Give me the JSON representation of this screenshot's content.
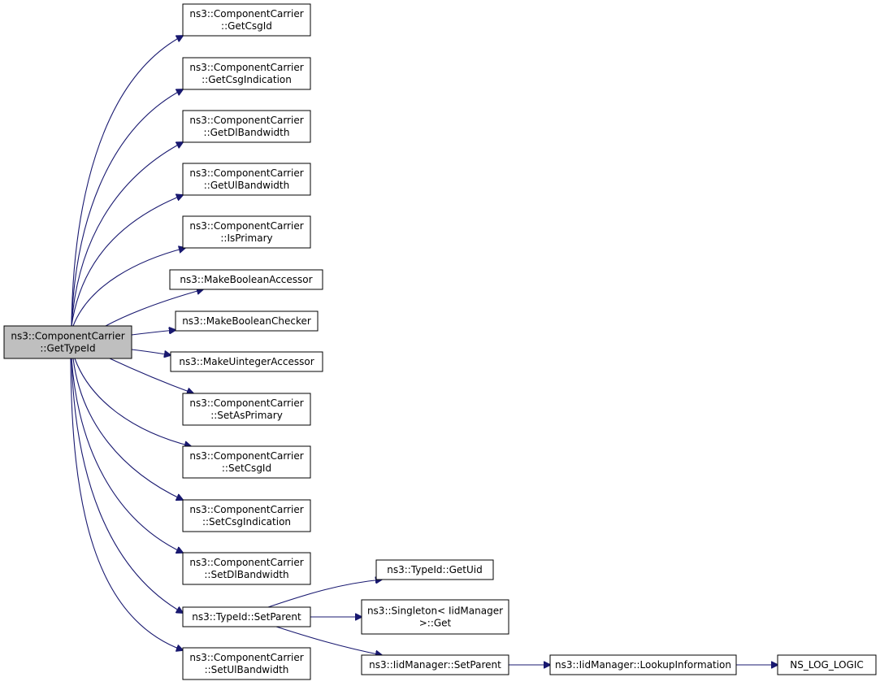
{
  "colors": {
    "edge": "#191970",
    "root_fill": "#bfbfbf",
    "node_fill": "#ffffff",
    "node_stroke": "#000000"
  },
  "root": {
    "id": "root",
    "lines": [
      "ns3::ComponentCarrier",
      "::GetTypeId"
    ]
  },
  "nodes": [
    {
      "id": "n1",
      "lines": [
        "ns3::ComponentCarrier",
        "::GetCsgId"
      ]
    },
    {
      "id": "n2",
      "lines": [
        "ns3::ComponentCarrier",
        "::GetCsgIndication"
      ]
    },
    {
      "id": "n3",
      "lines": [
        "ns3::ComponentCarrier",
        "::GetDlBandwidth"
      ]
    },
    {
      "id": "n4",
      "lines": [
        "ns3::ComponentCarrier",
        "::GetUlBandwidth"
      ]
    },
    {
      "id": "n5",
      "lines": [
        "ns3::ComponentCarrier",
        "::IsPrimary"
      ]
    },
    {
      "id": "n6",
      "lines": [
        "ns3::MakeBooleanAccessor"
      ]
    },
    {
      "id": "n7",
      "lines": [
        "ns3::MakeBooleanChecker"
      ]
    },
    {
      "id": "n8",
      "lines": [
        "ns3::MakeUintegerAccessor"
      ]
    },
    {
      "id": "n9",
      "lines": [
        "ns3::ComponentCarrier",
        "::SetAsPrimary"
      ]
    },
    {
      "id": "n10",
      "lines": [
        "ns3::ComponentCarrier",
        "::SetCsgId"
      ]
    },
    {
      "id": "n11",
      "lines": [
        "ns3::ComponentCarrier",
        "::SetCsgIndication"
      ]
    },
    {
      "id": "n12",
      "lines": [
        "ns3::ComponentCarrier",
        "::SetDlBandwidth"
      ]
    },
    {
      "id": "n13",
      "lines": [
        "ns3::TypeId::SetParent"
      ]
    },
    {
      "id": "n14",
      "lines": [
        "ns3::ComponentCarrier",
        "::SetUlBandwidth"
      ]
    },
    {
      "id": "n15",
      "lines": [
        "ns3::TypeId::GetUid"
      ]
    },
    {
      "id": "n16",
      "lines": [
        "ns3::Singleton< IidManager",
        ">::Get"
      ]
    },
    {
      "id": "n17",
      "lines": [
        "ns3::IidManager::SetParent"
      ]
    },
    {
      "id": "n18",
      "lines": [
        "ns3::IidManager::LookupInformation"
      ]
    },
    {
      "id": "n19",
      "lines": [
        "NS_LOG_LOGIC"
      ]
    }
  ],
  "edges": [
    {
      "from": "root",
      "to": "n1"
    },
    {
      "from": "root",
      "to": "n2"
    },
    {
      "from": "root",
      "to": "n3"
    },
    {
      "from": "root",
      "to": "n4"
    },
    {
      "from": "root",
      "to": "n5"
    },
    {
      "from": "root",
      "to": "n6"
    },
    {
      "from": "root",
      "to": "n7"
    },
    {
      "from": "root",
      "to": "n8"
    },
    {
      "from": "root",
      "to": "n9"
    },
    {
      "from": "root",
      "to": "n10"
    },
    {
      "from": "root",
      "to": "n11"
    },
    {
      "from": "root",
      "to": "n12"
    },
    {
      "from": "root",
      "to": "n13"
    },
    {
      "from": "root",
      "to": "n14"
    },
    {
      "from": "n13",
      "to": "n15"
    },
    {
      "from": "n13",
      "to": "n16"
    },
    {
      "from": "n13",
      "to": "n17"
    },
    {
      "from": "n17",
      "to": "n18"
    },
    {
      "from": "n18",
      "to": "n19"
    }
  ]
}
